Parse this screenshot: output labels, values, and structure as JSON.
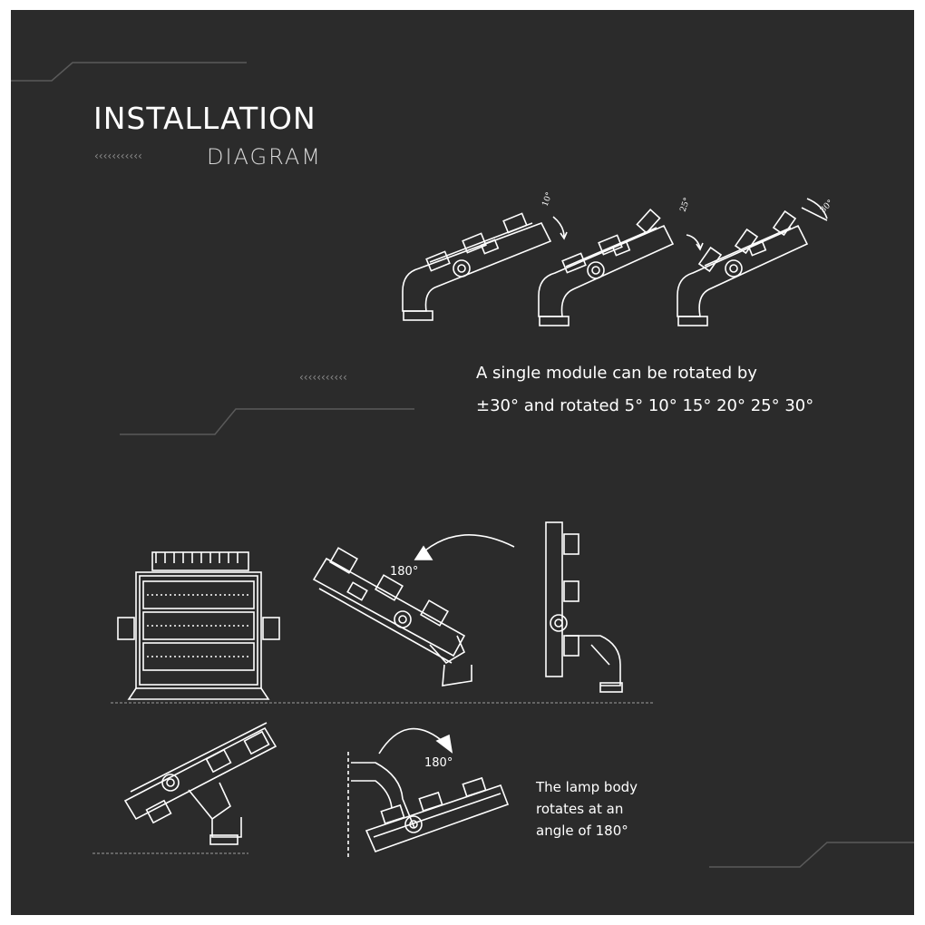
{
  "header": {
    "title": "INSTALLATION",
    "subtitle": "DIAGRAM",
    "chevrons": "‹‹‹‹‹‹‹‹‹‹‹"
  },
  "rotation_section": {
    "chevrons": "‹‹‹‹‹‹‹‹‹‹‹",
    "angles": [
      "10°",
      "25°",
      "30°"
    ],
    "caption_line1": "A single module can be rotated by",
    "caption_line2": "±30° and rotated  5° 10° 15° 20° 25° 30°"
  },
  "flip_section": {
    "angle_top": "180°",
    "angle_bottom": "180°",
    "caption_line1": "The lamp body",
    "caption_line2": "rotates at  an",
    "caption_line3": "angle of 180°"
  },
  "colors": {
    "background": "#2b2b2b",
    "line": "#ffffff",
    "accent_line": "#5a5a5a"
  }
}
